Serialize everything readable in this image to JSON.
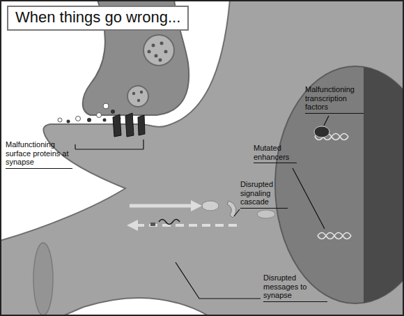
{
  "diagram": {
    "title": "When things go wrong...",
    "labels": [
      "Malfunctioning transcription factors",
      "Mutated enhancers",
      "Malfunctioning surface proteins at synapse",
      "Disrupted signaling cascade",
      "Disrupted messages to synapse"
    ]
  }
}
